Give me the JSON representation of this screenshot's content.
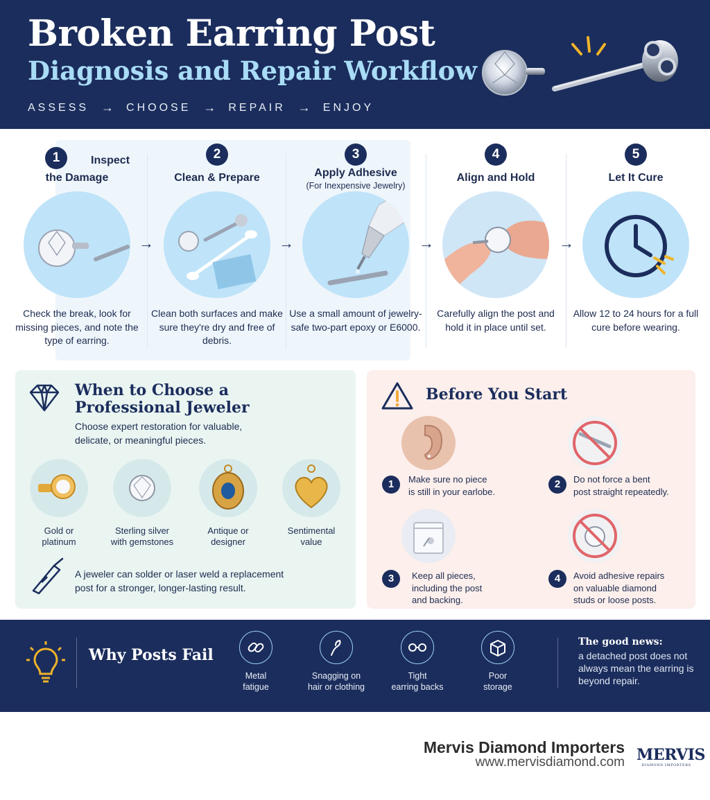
{
  "header": {
    "title": "Broken Earring Post",
    "subtitle": "Diagnosis and Repair Workflow",
    "flow": [
      "ASSESS",
      "CHOOSE",
      "REPAIR",
      "ENJOY"
    ],
    "arrow": "→"
  },
  "steps": [
    {
      "number": "1",
      "title_line1": "Inspect",
      "title_line2": "the Damage",
      "description": "Check the break, look for missing pieces, and note the type of earring.",
      "icon": "broken-earring-photo"
    },
    {
      "number": "2",
      "title": "Clean & Prepare",
      "description": "Clean both surfaces and make sure they're dry and free of debris.",
      "icon": "cotton-swab-cloth-photo"
    },
    {
      "number": "3",
      "title": "Apply Adhesive",
      "note": "(For Inexpensive Jewelry)",
      "description": "Use a small amount of jewelry-safe two-part epoxy or E6000.",
      "icon": "glue-tube-photo"
    },
    {
      "number": "4",
      "title": "Align and Hold",
      "description": "Carefully align the post and hold it in place until set.",
      "icon": "fingers-holding-earring-photo"
    },
    {
      "number": "5",
      "title": "Let It Cure",
      "description": "Allow 12 to 24 hours for a full cure before wearing.",
      "icon": "clock-icon"
    }
  ],
  "professional": {
    "title_line1": "When to Choose a",
    "title_line2": "Professional Jeweler",
    "intro": "Choose expert restoration for valuable, delicate, or meaningful pieces.",
    "materials": [
      {
        "label_line1": "Gold or",
        "label_line2": "platinum",
        "icon": "gold-earring-icon"
      },
      {
        "label_line1": "Sterling silver",
        "label_line2": "with gemstones",
        "icon": "silver-stud-icon"
      },
      {
        "label_line1": "Antique or",
        "label_line2": "designer",
        "icon": "antique-pendant-icon"
      },
      {
        "label_line1": "Sentimental",
        "label_line2": "value",
        "icon": "heart-pendant-icon"
      }
    ],
    "note": "A jeweler can solder or laser weld a replacement post for a stronger, longer-lasting result."
  },
  "before": {
    "title": "Before You Start",
    "tips": [
      {
        "number": "1",
        "line1": "Make sure no piece",
        "line2": "is still in your earlobe.",
        "line3": "",
        "icon": "earlobe-icon"
      },
      {
        "number": "2",
        "line1": "Do not force a bent",
        "line2": "post straight repeatedly.",
        "line3": "",
        "icon": "no-bent-post-icon"
      },
      {
        "number": "3",
        "line1": "Keep all pieces,",
        "line2": "including the post",
        "line3": "and backing.",
        "icon": "zip-bag-icon"
      },
      {
        "number": "4",
        "line1": "Avoid adhesive repairs",
        "line2": "on valuable diamond",
        "line3": "studs or loose posts.",
        "icon": "no-diamond-stud-icon"
      }
    ]
  },
  "why": {
    "title": "Why Posts Fail",
    "causes": [
      {
        "line1": "Metal",
        "line2": "fatigue",
        "icon": "chain-link-icon"
      },
      {
        "line1": "Snagging on",
        "line2": "hair or clothing",
        "icon": "hair-strand-icon"
      },
      {
        "line1": "Tight",
        "line2": "earring backs",
        "icon": "earring-back-icon"
      },
      {
        "line1": "Poor",
        "line2": "storage",
        "icon": "box-icon"
      }
    ],
    "good_news_title": "The good news:",
    "good_news_text": "a detached post does not always mean the earring is beyond repair."
  },
  "footer": {
    "brand": "Mervis Diamond Importers",
    "url": "www.mervisdiamond.com",
    "logo_word": "MERVIS",
    "logo_sub": "DIAMOND IMPORTERS"
  },
  "colors": {
    "navy": "#1b2d5c",
    "accent_blue": "#a9dcf6",
    "pro_panel": "#eaf5f2",
    "before_panel": "#fcefec",
    "warning": "#f0a93b",
    "prohibit_red": "#e0656a"
  }
}
